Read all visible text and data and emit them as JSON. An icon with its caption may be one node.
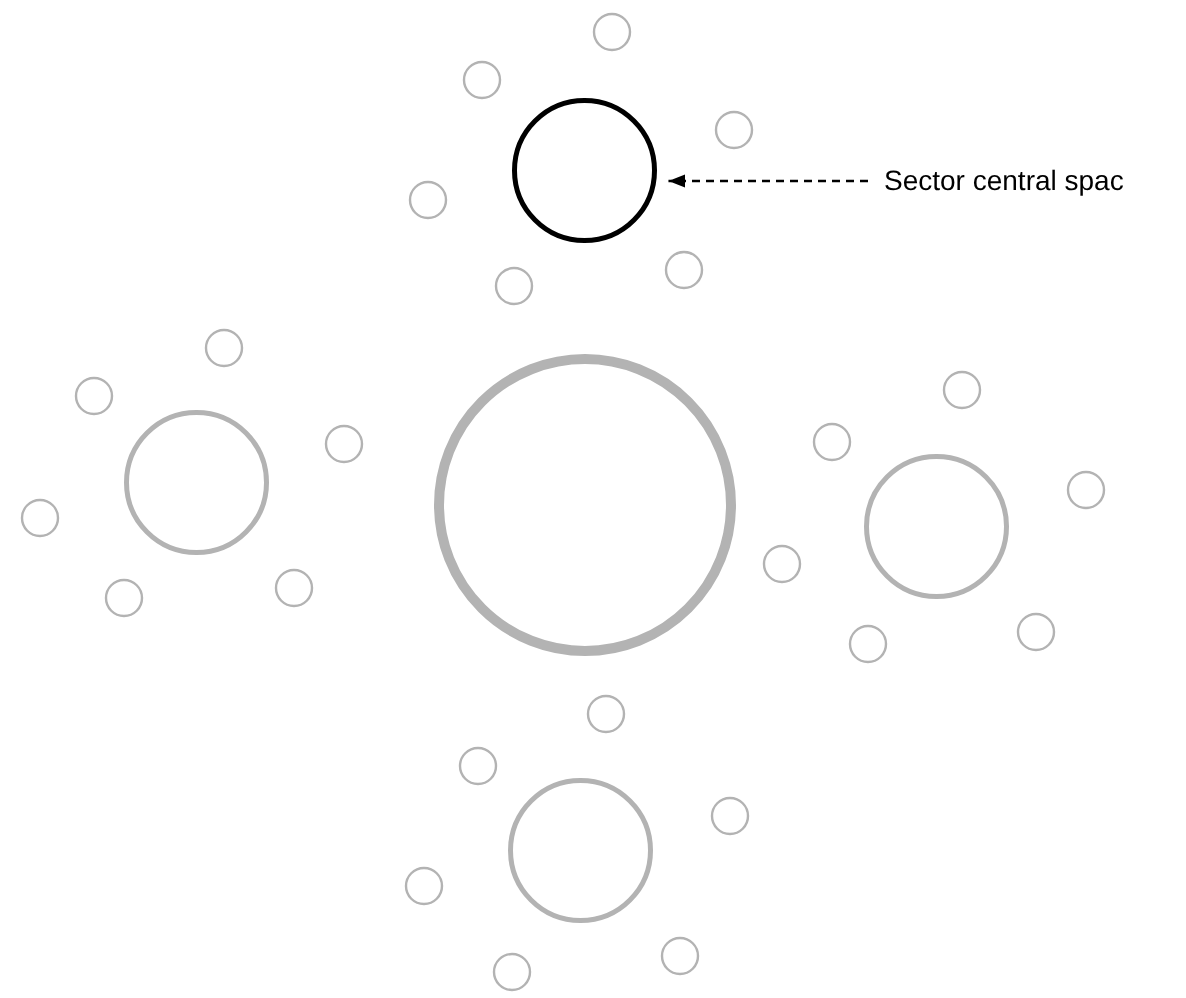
{
  "diagram": {
    "nodes": [
      {
        "text": [],
        "shape": "circle"
      },
      {
        "text": [
          "Sector central spac"
        ]
      },
      {
        "text": [],
        "shape": "circle"
      },
      {
        "text": [],
        "shape": "circle"
      },
      {
        "text": [],
        "shape": "circle"
      },
      {
        "text": [],
        "shape": "circle"
      }
    ],
    "edges": [
      {
        "from": 1,
        "to": 0,
        "arrow": "to",
        "style": "dashed"
      }
    ]
  }
}
